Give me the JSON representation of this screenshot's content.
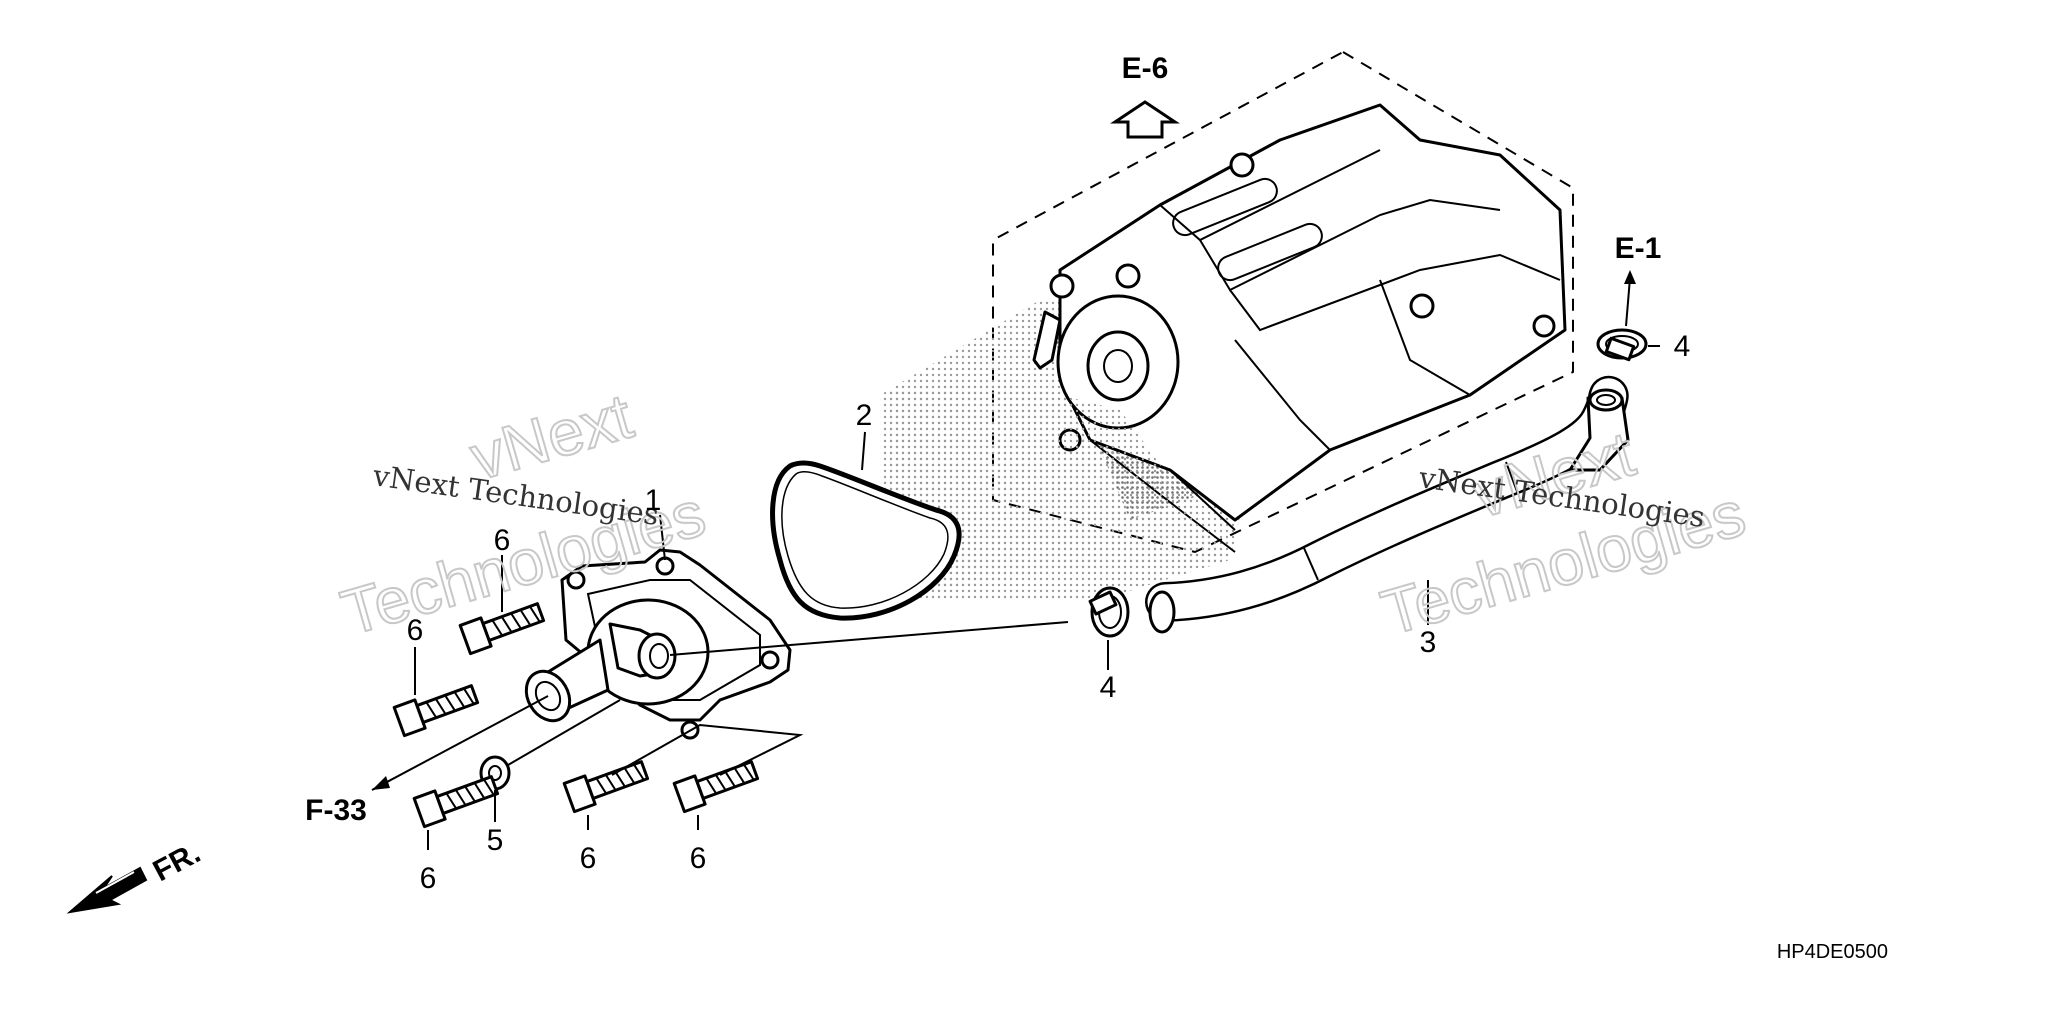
{
  "refs": {
    "e6": "E-6",
    "e1": "E-1",
    "f33": "F-33",
    "fr": "FR."
  },
  "callouts": {
    "c1": "1",
    "c2": "2",
    "c3": "3",
    "c4a": "4",
    "c4b": "4",
    "c5": "5",
    "c6a": "6",
    "c6b": "6",
    "c6c": "6",
    "c6d": "6",
    "c6e": "6"
  },
  "diagram_code": "HP4DE0500",
  "watermarks": {
    "left_outline_1": "vNext",
    "left_outline_2": "Technologies",
    "left_text": "vNext Technologies",
    "right_outline_1": "vNext",
    "right_outline_2": "Technologies",
    "right_text": "vNext Technologies"
  }
}
